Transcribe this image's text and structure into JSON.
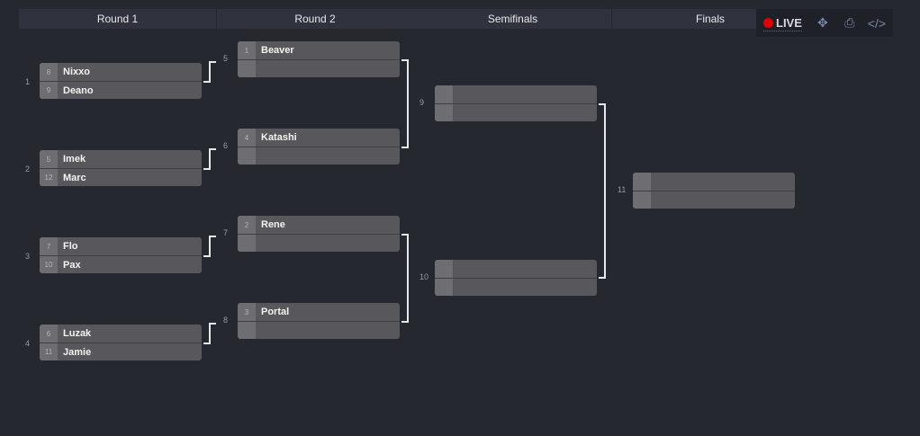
{
  "rounds": [
    "Round 1",
    "Round 2",
    "Semifinals",
    "Finals"
  ],
  "toolbar": {
    "live_label": "LIVE",
    "icons": [
      "move-icon",
      "print-icon",
      "code-icon"
    ],
    "live_color": "#e00000"
  },
  "matches": [
    {
      "number": "1",
      "players": [
        {
          "seed": "8",
          "name": "Nixxo"
        },
        {
          "seed": "9",
          "name": "Deano"
        }
      ]
    },
    {
      "number": "2",
      "players": [
        {
          "seed": "5",
          "name": "Imek"
        },
        {
          "seed": "12",
          "name": "Marc"
        }
      ]
    },
    {
      "number": "3",
      "players": [
        {
          "seed": "7",
          "name": "Flo"
        },
        {
          "seed": "10",
          "name": "Pax"
        }
      ]
    },
    {
      "number": "4",
      "players": [
        {
          "seed": "6",
          "name": "Luzak"
        },
        {
          "seed": "11",
          "name": "Jamie"
        }
      ]
    },
    {
      "number": "5",
      "players": [
        {
          "seed": "1",
          "name": "Beaver"
        },
        {
          "seed": "",
          "name": ""
        }
      ]
    },
    {
      "number": "6",
      "players": [
        {
          "seed": "4",
          "name": "Katashi"
        },
        {
          "seed": "",
          "name": ""
        }
      ]
    },
    {
      "number": "7",
      "players": [
        {
          "seed": "2",
          "name": "Rene"
        },
        {
          "seed": "",
          "name": ""
        }
      ]
    },
    {
      "number": "8",
      "players": [
        {
          "seed": "3",
          "name": "Portal"
        },
        {
          "seed": "",
          "name": ""
        }
      ]
    },
    {
      "number": "9",
      "players": [
        {
          "seed": "",
          "name": ""
        },
        {
          "seed": "",
          "name": ""
        }
      ]
    },
    {
      "number": "10",
      "players": [
        {
          "seed": "",
          "name": ""
        },
        {
          "seed": "",
          "name": ""
        }
      ]
    },
    {
      "number": "11",
      "players": [
        {
          "seed": "",
          "name": ""
        },
        {
          "seed": "",
          "name": ""
        }
      ]
    }
  ]
}
